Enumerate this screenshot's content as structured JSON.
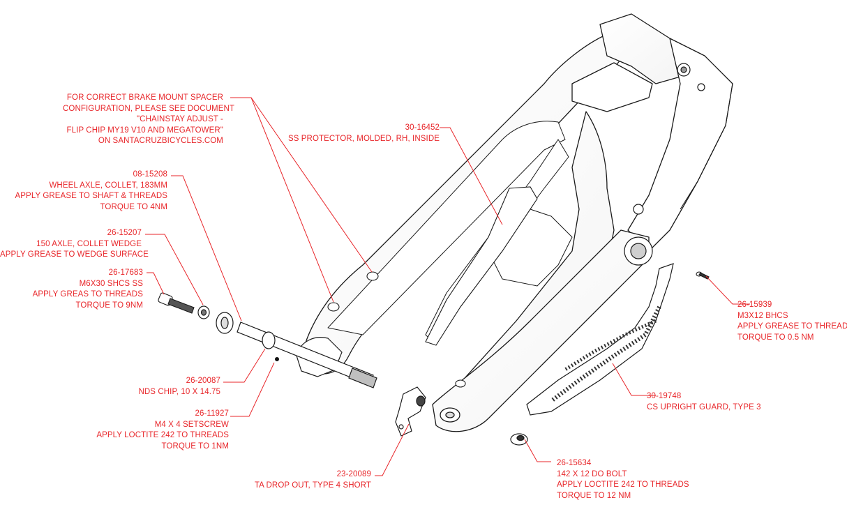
{
  "callouts": {
    "brake_note": {
      "lines": [
        "FOR CORRECT BRAKE MOUNT SPACER",
        "CONFIGURATION, PLEASE SEE DOCUMENT",
        "\"CHAINSTAY ADJUST -",
        "FLIP CHIP MY19 V10 AND MEGATOWER\"",
        "ON SANTACRUZBICYCLES.COM"
      ]
    },
    "ss_protector": {
      "lines": [
        "30-16452",
        "SS PROTECTOR, MOLDED, RH, INSIDE"
      ]
    },
    "wheel_axle": {
      "lines": [
        "08-15208",
        "WHEEL AXLE, COLLET, 183MM",
        "APPLY GREASE TO SHAFT & THREADS",
        "TORQUE TO 4NM"
      ]
    },
    "collet_wedge": {
      "lines": [
        "26-15207",
        "150 AXLE, COLLET WEDGE",
        "APPLY GREASE TO WEDGE SURFACE"
      ]
    },
    "shcs": {
      "lines": [
        "26-17683",
        "M6X30 SHCS SS",
        "APPLY GREAS TO THREADS",
        "TORQUE TO 9NM"
      ]
    },
    "nds_chip": {
      "lines": [
        "26-20087",
        "NDS CHIP, 10 X 14.75"
      ]
    },
    "setscrew": {
      "lines": [
        "26-11927",
        "M4 X 4 SETSCREW",
        "APPLY LOCTITE 242 TO THREADS",
        "TORQUE TO 1NM"
      ]
    },
    "drop_out": {
      "lines": [
        "23-20089",
        "TA DROP OUT, TYPE 4 SHORT"
      ]
    },
    "bhcs": {
      "lines": [
        "26-15939",
        "M3X12 BHCS",
        "APPLY GREASE TO THREADS",
        "TORQUE TO 0.5 NM"
      ]
    },
    "cs_guard": {
      "lines": [
        "30-19748",
        "CS UPRIGHT GUARD, TYPE 3"
      ]
    },
    "do_bolt": {
      "lines": [
        "26-15634",
        "142 X 12 DO BOLT",
        "APPLY LOCTITE 242 TO THREADS",
        "TORQUE TO 12 NM"
      ]
    }
  },
  "colors": {
    "callout": "#e8262a",
    "line_art": "#1a1a1a"
  }
}
